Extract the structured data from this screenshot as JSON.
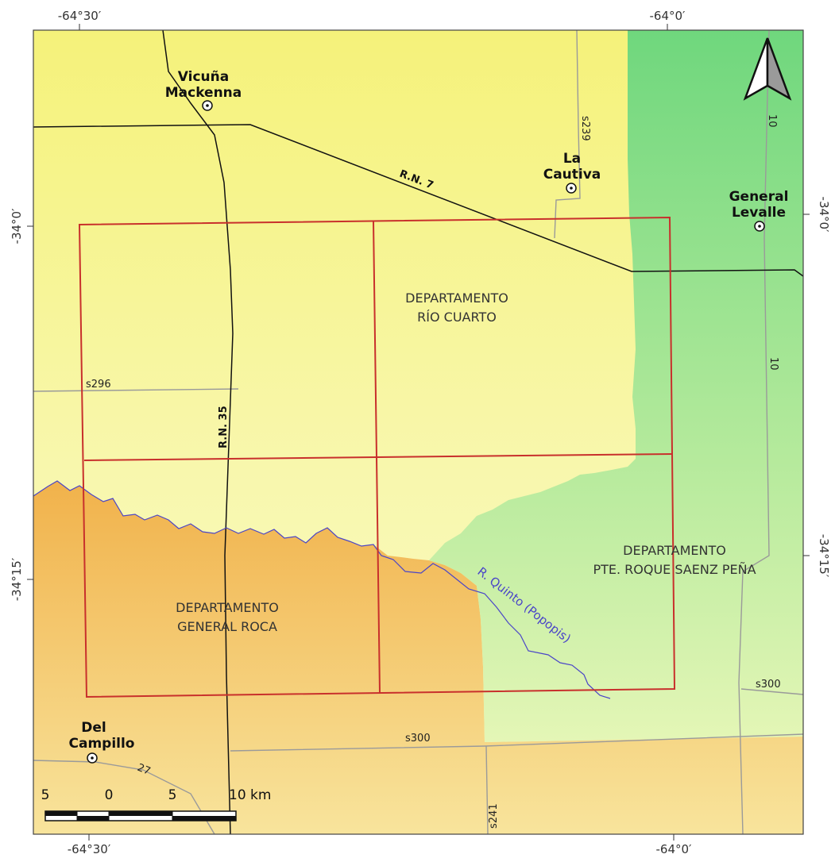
{
  "coordinates": {
    "top_left": "-64°30′",
    "top_right": "-64°0′",
    "bottom_left": "-64°30′",
    "bottom_right": "-64°0′",
    "left_upper": "-34°0′",
    "left_lower": "-34°15′",
    "right_upper": "-34°0′",
    "right_lower": "-34°15′"
  },
  "towns": {
    "vicuna_line1": "Vicuña",
    "vicuna_line2": "Mackenna",
    "cautiva_line1": "La",
    "cautiva_line2": "Cautiva",
    "levalle_line1": "General",
    "levalle_line2": "Levalle",
    "campillo_line1": "Del",
    "campillo_line2": "Campillo"
  },
  "departments": {
    "rio_cuarto_line1": "DEPARTAMENTO",
    "rio_cuarto_line2": "RÍO CUARTO",
    "general_roca_line1": "DEPARTAMENTO",
    "general_roca_line2": "GENERAL ROCA",
    "saenz_pena_line1": "DEPARTAMENTO",
    "saenz_pena_line2": "PTE. ROQUE SAENZ PEÑA"
  },
  "roads": {
    "rn7": "R.N. 7",
    "rn35": "R.N. 35",
    "s239": "s239",
    "s296": "s296",
    "s300_center": "s300",
    "s300_right": "s300",
    "s241": "s241",
    "r10_upper": "10",
    "r10_lower": "10",
    "r27": "27"
  },
  "river": {
    "name": "R. Quinto (Popopis)"
  },
  "scale_bar": {
    "labels": [
      "5",
      "0",
      "5",
      "10 km"
    ]
  },
  "north_arrow": {
    "icon": "north-arrow-icon"
  },
  "colors": {
    "rio_cuarto_fill": "#f6f39a",
    "general_roca_fill": "#f2bb5a",
    "saenz_pena_fill": "#7fd98a",
    "grid_outline": "#c0392b",
    "river": "#4a45c8"
  }
}
